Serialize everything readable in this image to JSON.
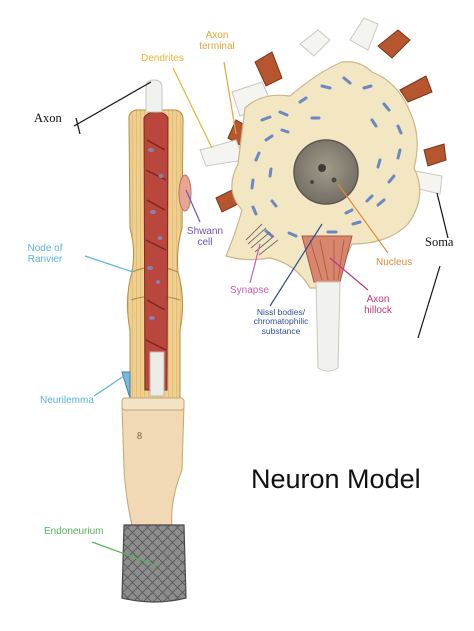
{
  "title": "Neuron Model",
  "colors": {
    "axon_label": "#111111",
    "soma_label": "#111111",
    "dendrites": "#e2b634",
    "axon_terminal": "#e2a43a",
    "shwann_cell": "#7350b6",
    "node_of_ranvier": "#5ab6d8",
    "synapse": "#c85fae",
    "nissl_bodies": "#2d4f8e",
    "nucleus": "#e08a3c",
    "axon_hillock": "#c0347c",
    "neurilemma": "#5ab6d8",
    "endoneurium": "#54b25a"
  },
  "labels": {
    "axon": "Axon",
    "soma": "Soma",
    "dendrites": "Dendrites",
    "axon_terminal": [
      "Axon",
      "terminal"
    ],
    "shwann_cell": [
      "Shwann",
      "cell"
    ],
    "node_of_ranvier": [
      "Node of",
      "Ranvier"
    ],
    "synapse": "Synapse",
    "nissl_bodies": [
      "Nissl bodies/",
      "chromatophilic",
      "substance"
    ],
    "nucleus": "Nucleus",
    "axon_hillock": [
      "Axon",
      "hillock"
    ],
    "neurilemma": "Neurilemma",
    "endoneurium": "Endoneurium"
  },
  "model_marks": {
    "segment_number": "8"
  }
}
